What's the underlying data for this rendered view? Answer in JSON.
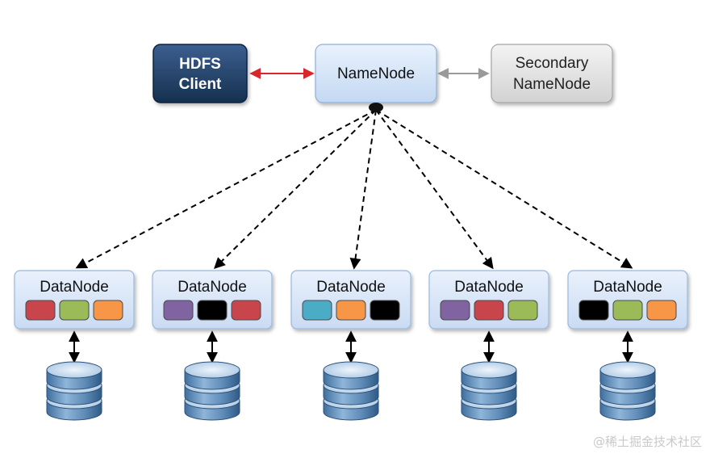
{
  "nodes": {
    "client": {
      "line1": "HDFS",
      "line2": "Client"
    },
    "namenode": {
      "label": "NameNode"
    },
    "secondary": {
      "line1": "Secondary",
      "line2": "NameNode"
    }
  },
  "datanodes": [
    {
      "label": "DataNode",
      "blocks": [
        "#c8454c",
        "#9bbb59",
        "#f79646"
      ]
    },
    {
      "label": "DataNode",
      "blocks": [
        "#8064a2",
        "#000000",
        "#c8454c"
      ]
    },
    {
      "label": "DataNode",
      "blocks": [
        "#4bacc6",
        "#f79646",
        "#000000"
      ]
    },
    {
      "label": "DataNode",
      "blocks": [
        "#8064a2",
        "#c8454c",
        "#9bbb59"
      ]
    },
    {
      "label": "DataNode",
      "blocks": [
        "#000000",
        "#9bbb59",
        "#f79646"
      ]
    }
  ],
  "colors": {
    "client_fill": "#1f3b63",
    "namenode_fill": "#d6e6fa",
    "secondary_fill": "#e4e4e4",
    "datanode_fill": "#dbe8f9",
    "client_arrow": "#d9262b",
    "secondary_arrow": "#9a9a9a",
    "disk": "#5f8db8"
  },
  "watermark": "@稀土掘金技术社区"
}
